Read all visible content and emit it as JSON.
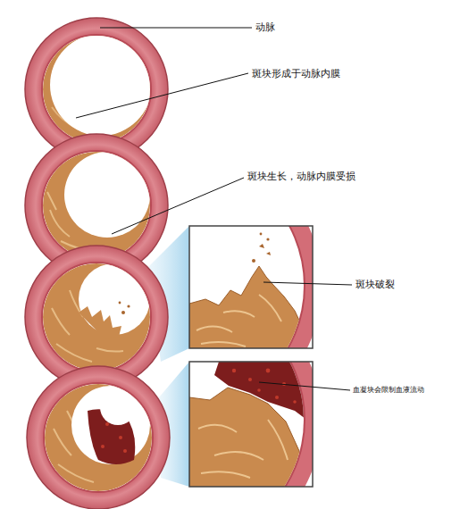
{
  "diagram": {
    "labels": [
      "动脉",
      "斑块形成于动脉内膜",
      "斑块生长，动脉内膜受损",
      "斑块破裂",
      "血凝块会限制血液流动"
    ]
  }
}
